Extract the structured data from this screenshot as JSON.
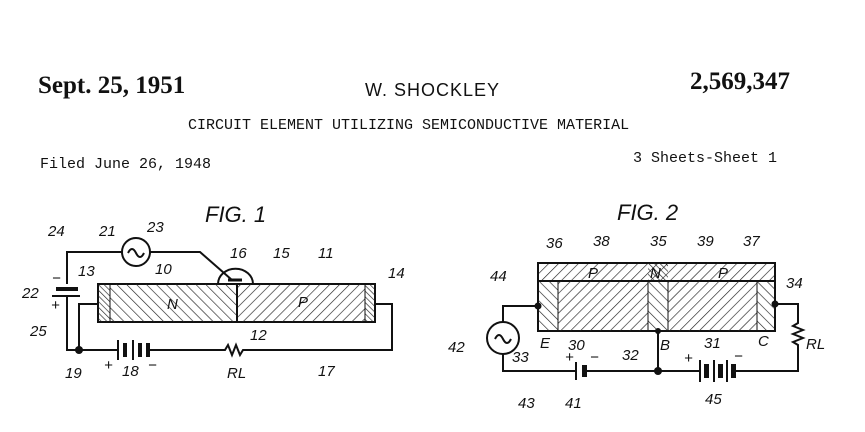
{
  "header": {
    "date": "Sept. 25, 1951",
    "inventor": "W. SHOCKLEY",
    "patent_number": "2,569,347",
    "title": "CIRCUIT ELEMENT UTILIZING SEMICONDUCTIVE MATERIAL",
    "filed": "Filed June 26, 1948",
    "sheets": "3 Sheets-Sheet 1"
  },
  "fig1": {
    "title": "FIG. 1",
    "labels": {
      "l24": "24",
      "l21": "21",
      "l23": "23",
      "l16": "16",
      "l15": "15",
      "l11": "11",
      "l13": "13",
      "l10": "10",
      "l14": "14",
      "l22": "22",
      "n": "N",
      "p": "P",
      "l12": "12",
      "l25": "25",
      "l19": "19",
      "l18": "18",
      "rl": "RL",
      "l17": "17",
      "plus": "+",
      "minus": "−"
    }
  },
  "fig2": {
    "title": "FIG. 2",
    "labels": {
      "l36": "36",
      "l38": "38",
      "l35": "35",
      "l39": "39",
      "l37": "37",
      "l44": "44",
      "l34": "34",
      "p1": "P",
      "n": "N",
      "p2": "P",
      "l42": "42",
      "e": "E",
      "l30": "30",
      "l32": "32",
      "b": "B",
      "l31": "31",
      "c": "C",
      "rl": "RL",
      "l33": "33",
      "l43": "43",
      "l41": "41",
      "l45": "45",
      "plus": "+",
      "minus": "−"
    }
  }
}
